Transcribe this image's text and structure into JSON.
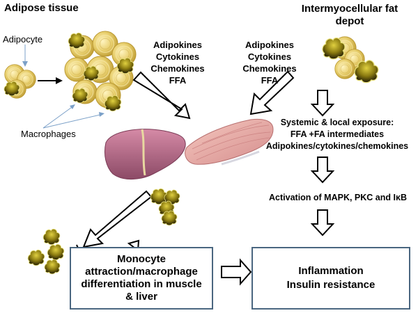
{
  "adipose": {
    "title": "Adipose tissue",
    "adipocyte_label": "Adipocyte",
    "macrophages_label": "Macrophages"
  },
  "imcl": {
    "title_line1": "Intermyocellular fat",
    "title_line2": "depot"
  },
  "secretions_left": [
    "Adipokines",
    "Cytokines",
    "Chemokines",
    "FFA"
  ],
  "secretions_right": [
    "Adipokines",
    "Cytokines",
    "Chemokines",
    "FFA"
  ],
  "exposure": [
    "Systemic & local exposure:",
    "FFA +FA intermediates",
    "Adipokines/cytokines/chemokines"
  ],
  "activation": "Activation of MAPK, PKC and IκB",
  "monocyte_box": [
    "Monocyte",
    "attraction/macrophage",
    "differentiation in muscle",
    "& liver"
  ],
  "inflammation_box": [
    "Inflammation",
    "Insulin resistance"
  ],
  "colors": {
    "adipocyte": "#e6cd6a",
    "macrophage": "#1f1a05",
    "liver": "#b26a86",
    "muscle": "#e2a3a3",
    "box_border": "#4a6680"
  }
}
